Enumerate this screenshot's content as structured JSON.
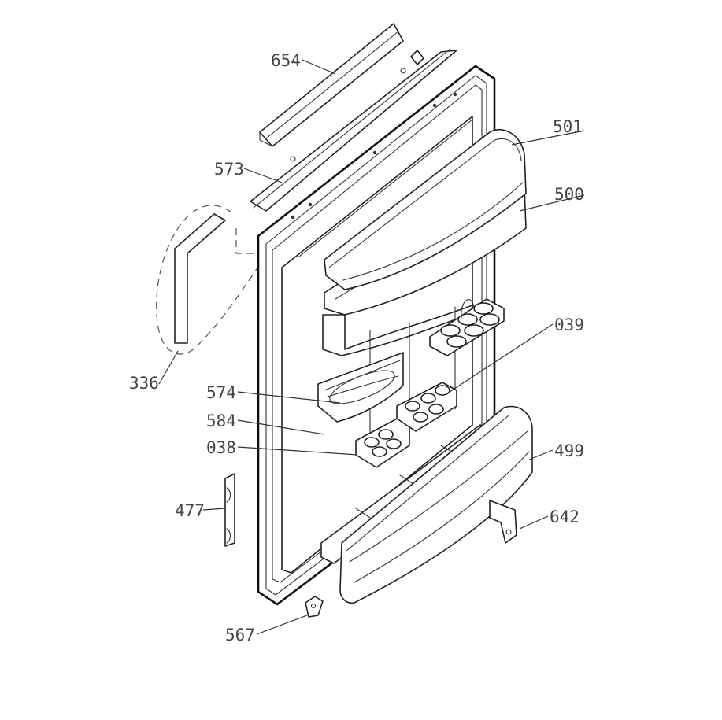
{
  "diagram": {
    "type": "exploded-parts-view",
    "callouts": [
      {
        "id": "654",
        "label": "654"
      },
      {
        "id": "501",
        "label": "501"
      },
      {
        "id": "573",
        "label": "573"
      },
      {
        "id": "500",
        "label": "500"
      },
      {
        "id": "039",
        "label": "039"
      },
      {
        "id": "336",
        "label": "336"
      },
      {
        "id": "574",
        "label": "574"
      },
      {
        "id": "584",
        "label": "584"
      },
      {
        "id": "038",
        "label": "038"
      },
      {
        "id": "499",
        "label": "499"
      },
      {
        "id": "477",
        "label": "477"
      },
      {
        "id": "642",
        "label": "642"
      },
      {
        "id": "567",
        "label": "567"
      }
    ]
  },
  "colors": {
    "line": "#222222",
    "label": "#444444",
    "background": "#ffffff"
  }
}
